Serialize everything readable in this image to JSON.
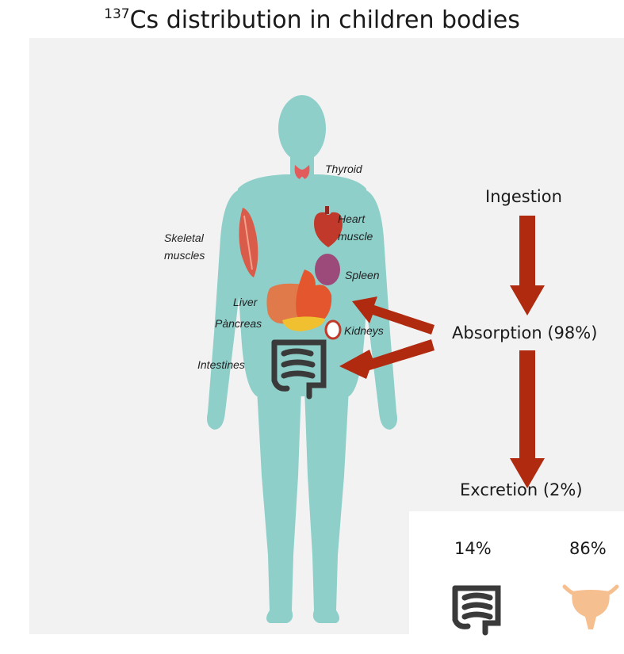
{
  "title": {
    "sup": "137",
    "text": "Cs distribution in children bodies"
  },
  "organs": {
    "thyroid": "Thyroid",
    "heart_line1": "Heart",
    "heart_line2": "muscle",
    "skeletal_line1": "Skeletal",
    "skeletal_line2": "muscles",
    "spleen": "Spleen",
    "liver": "Liver",
    "pancreas": "Pàncreas",
    "kidneys": "Kidneys",
    "intestines": "Intestines"
  },
  "flow": {
    "ingestion": "Ingestion",
    "absorption": "Absorption (98%)",
    "excretion": "Excretion (2%)"
  },
  "excretion_split": {
    "intestine_pct": "14%",
    "bladder_pct": "86%"
  },
  "colors": {
    "body": "#8ecfc9",
    "arrow": "#b02a10",
    "intestine": "#3a3a3a",
    "bladder": "#f6bf8f",
    "liver": "#d9534a",
    "stomach": "#e4572e",
    "pancreas": "#f0c030",
    "thyroid": "#e25c5c",
    "heart": "#c0392b",
    "spleen": "#9c4a7a",
    "muscle": "#d95c4a"
  }
}
